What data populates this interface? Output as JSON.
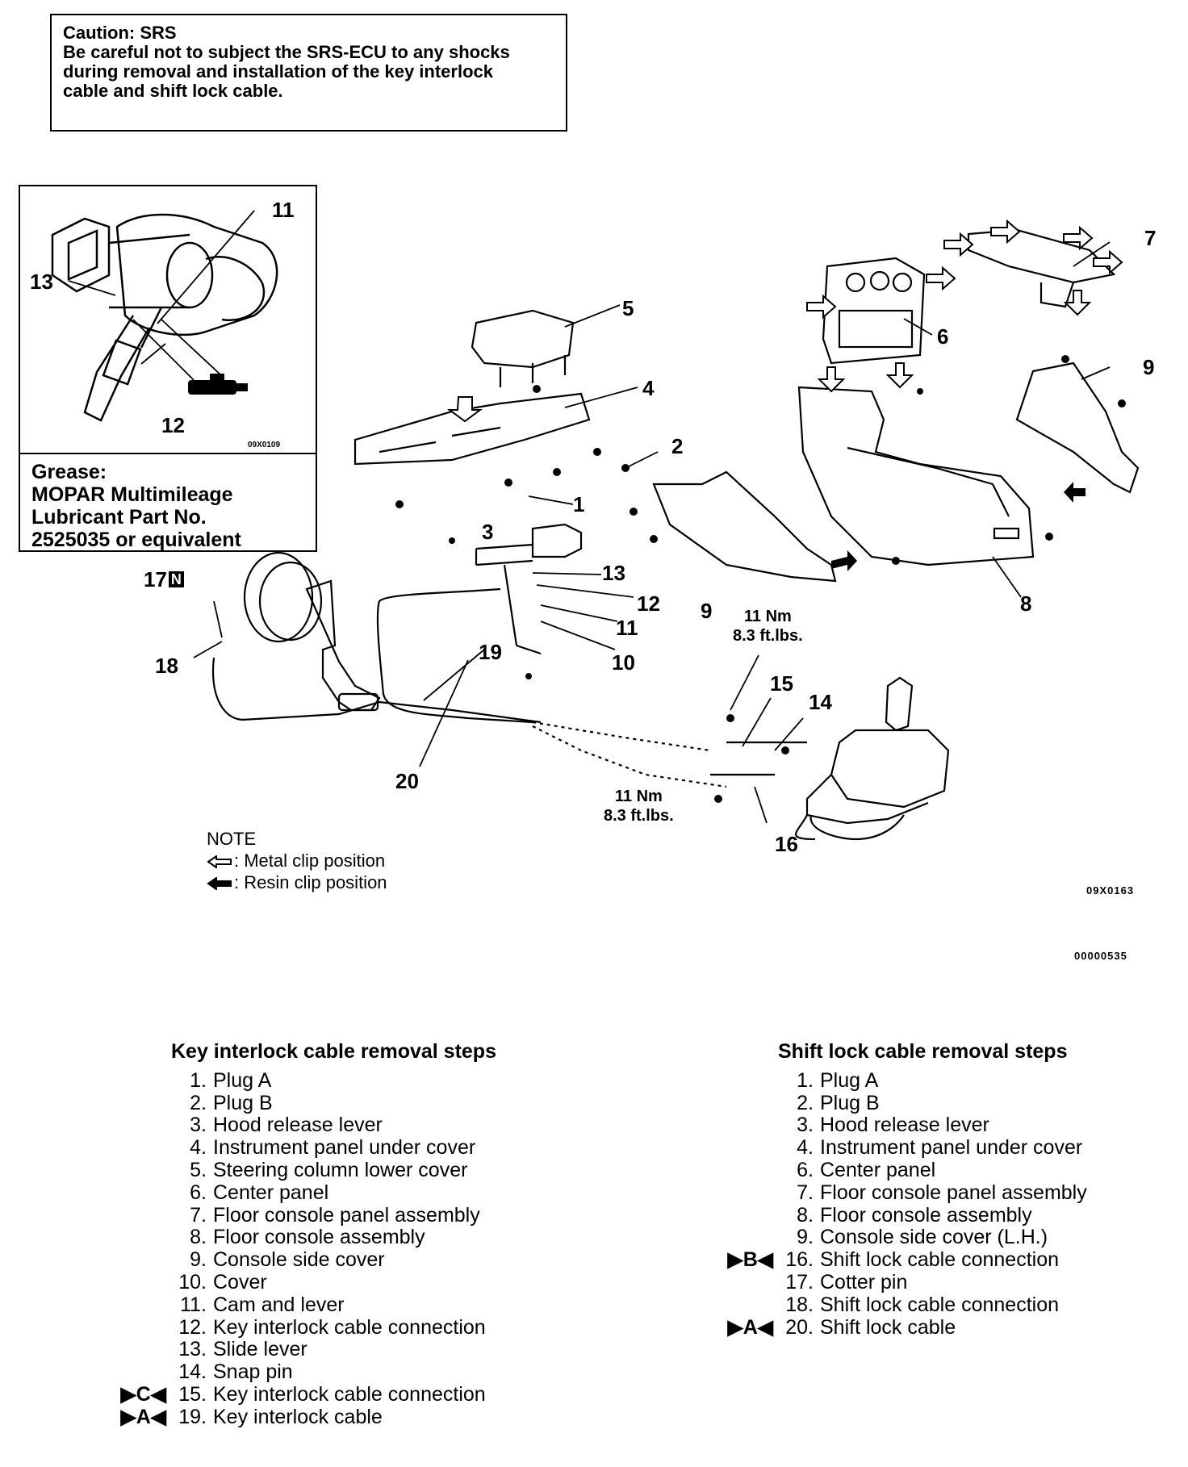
{
  "caution": {
    "title": "Caution: SRS",
    "lines": [
      "Be careful not to subject the SRS-ECU to any shocks",
      "during removal and installation of the key interlock",
      "cable and shift lock cable."
    ]
  },
  "inset": {
    "code": "09X0109",
    "labels": {
      "n11": "11",
      "n13": "13",
      "n12": "12"
    },
    "grease_lines": [
      "Grease:",
      "MOPAR Multimileage",
      "Lubricant Part No.",
      "2525035 or equivalent"
    ]
  },
  "diagram": {
    "labels": {
      "n1": "1",
      "n2": "2",
      "n3": "3",
      "n4": "4",
      "n5": "5",
      "n6": "6",
      "n7": "7",
      "n8": "8",
      "n9a": "9",
      "n9b": "9",
      "n10": "10",
      "n11": "11",
      "n12": "12",
      "n13": "13",
      "n14": "14",
      "n15": "15",
      "n16": "16",
      "n17": "17",
      "n17badge": "N",
      "n18": "18",
      "n19": "19",
      "n20": "20"
    },
    "torque_top": [
      "11 Nm",
      "8.3 ft.lbs."
    ],
    "torque_bottom": [
      "11 Nm",
      "8.3 ft.lbs."
    ],
    "code": "09X0163",
    "page_code": "00000535"
  },
  "note": {
    "title": "NOTE",
    "metal": ": Metal clip position",
    "resin": ": Resin clip position"
  },
  "key_steps": {
    "title": "Key interlock cable removal steps",
    "items": [
      {
        "mark": "",
        "num": "1.",
        "text": "Plug A"
      },
      {
        "mark": "",
        "num": "2.",
        "text": "Plug B"
      },
      {
        "mark": "",
        "num": "3.",
        "text": "Hood release lever"
      },
      {
        "mark": "",
        "num": "4.",
        "text": "Instrument panel under cover"
      },
      {
        "mark": "",
        "num": "5.",
        "text": "Steering column lower cover"
      },
      {
        "mark": "",
        "num": "6.",
        "text": "Center panel"
      },
      {
        "mark": "",
        "num": "7.",
        "text": "Floor console panel assembly"
      },
      {
        "mark": "",
        "num": "8.",
        "text": "Floor console assembly"
      },
      {
        "mark": "",
        "num": "9.",
        "text": "Console side cover"
      },
      {
        "mark": "",
        "num": "10.",
        "text": "Cover"
      },
      {
        "mark": "",
        "num": "11.",
        "text": "Cam and lever"
      },
      {
        "mark": "",
        "num": "12.",
        "text": "Key interlock cable connection"
      },
      {
        "mark": "",
        "num": "13.",
        "text": "Slide lever"
      },
      {
        "mark": "",
        "num": "14.",
        "text": "Snap pin"
      },
      {
        "mark": "▶C◀",
        "num": "15.",
        "text": "Key interlock cable connection"
      },
      {
        "mark": "▶A◀",
        "num": "19.",
        "text": "Key interlock cable"
      }
    ]
  },
  "shift_steps": {
    "title": "Shift lock cable removal steps",
    "items": [
      {
        "mark": "",
        "num": "1.",
        "text": "Plug A"
      },
      {
        "mark": "",
        "num": "2.",
        "text": "Plug B"
      },
      {
        "mark": "",
        "num": "3.",
        "text": "Hood release lever"
      },
      {
        "mark": "",
        "num": "4.",
        "text": "Instrument panel under cover"
      },
      {
        "mark": "",
        "num": "6.",
        "text": "Center panel"
      },
      {
        "mark": "",
        "num": "7.",
        "text": "Floor console panel assembly"
      },
      {
        "mark": "",
        "num": "8.",
        "text": "Floor console assembly"
      },
      {
        "mark": "",
        "num": "9.",
        "text": "Console side cover (L.H.)"
      },
      {
        "mark": "▶B◀",
        "num": "16.",
        "text": "Shift lock cable connection"
      },
      {
        "mark": "",
        "num": "17.",
        "text": "Cotter pin"
      },
      {
        "mark": "",
        "num": "18.",
        "text": "Shift lock cable connection"
      },
      {
        "mark": "▶A◀",
        "num": "20.",
        "text": "Shift lock cable"
      }
    ]
  }
}
